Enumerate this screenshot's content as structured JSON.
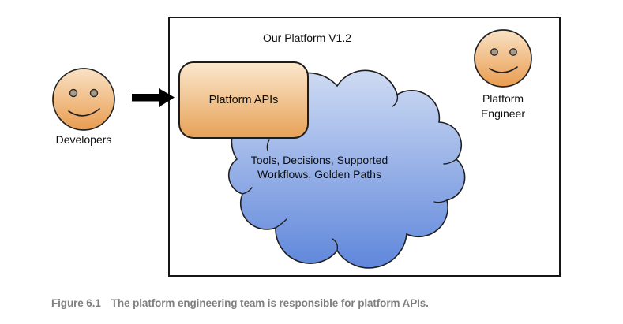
{
  "colors": {
    "background": "#ffffff",
    "outline": "#1a1a1a",
    "face_gradient_top": "#f9e2c5",
    "face_gradient_bottom": "#e99c4f",
    "api_box_gradient_top": "#fbe7cd",
    "api_box_gradient_bottom": "#e7a257",
    "cloud_gradient_top": "#cfdbf3",
    "cloud_gradient_bottom": "#5e86db",
    "caption_gray": "#7f7f7f",
    "arrow_black": "#000000"
  },
  "diagram": {
    "platform_title": "Our Platform V1.2",
    "developers_label": "Developers",
    "platform_apis_label": "Platform APIs",
    "cloud_line1": "Tools, Decisions, Supported",
    "cloud_line2": "Workflows, Golden Paths",
    "engineer_label_line1": "Platform",
    "engineer_label_line2": "Engineer"
  },
  "caption": {
    "label": "Figure 6.1",
    "text": "The platform engineering team is responsible for platform APIs."
  }
}
